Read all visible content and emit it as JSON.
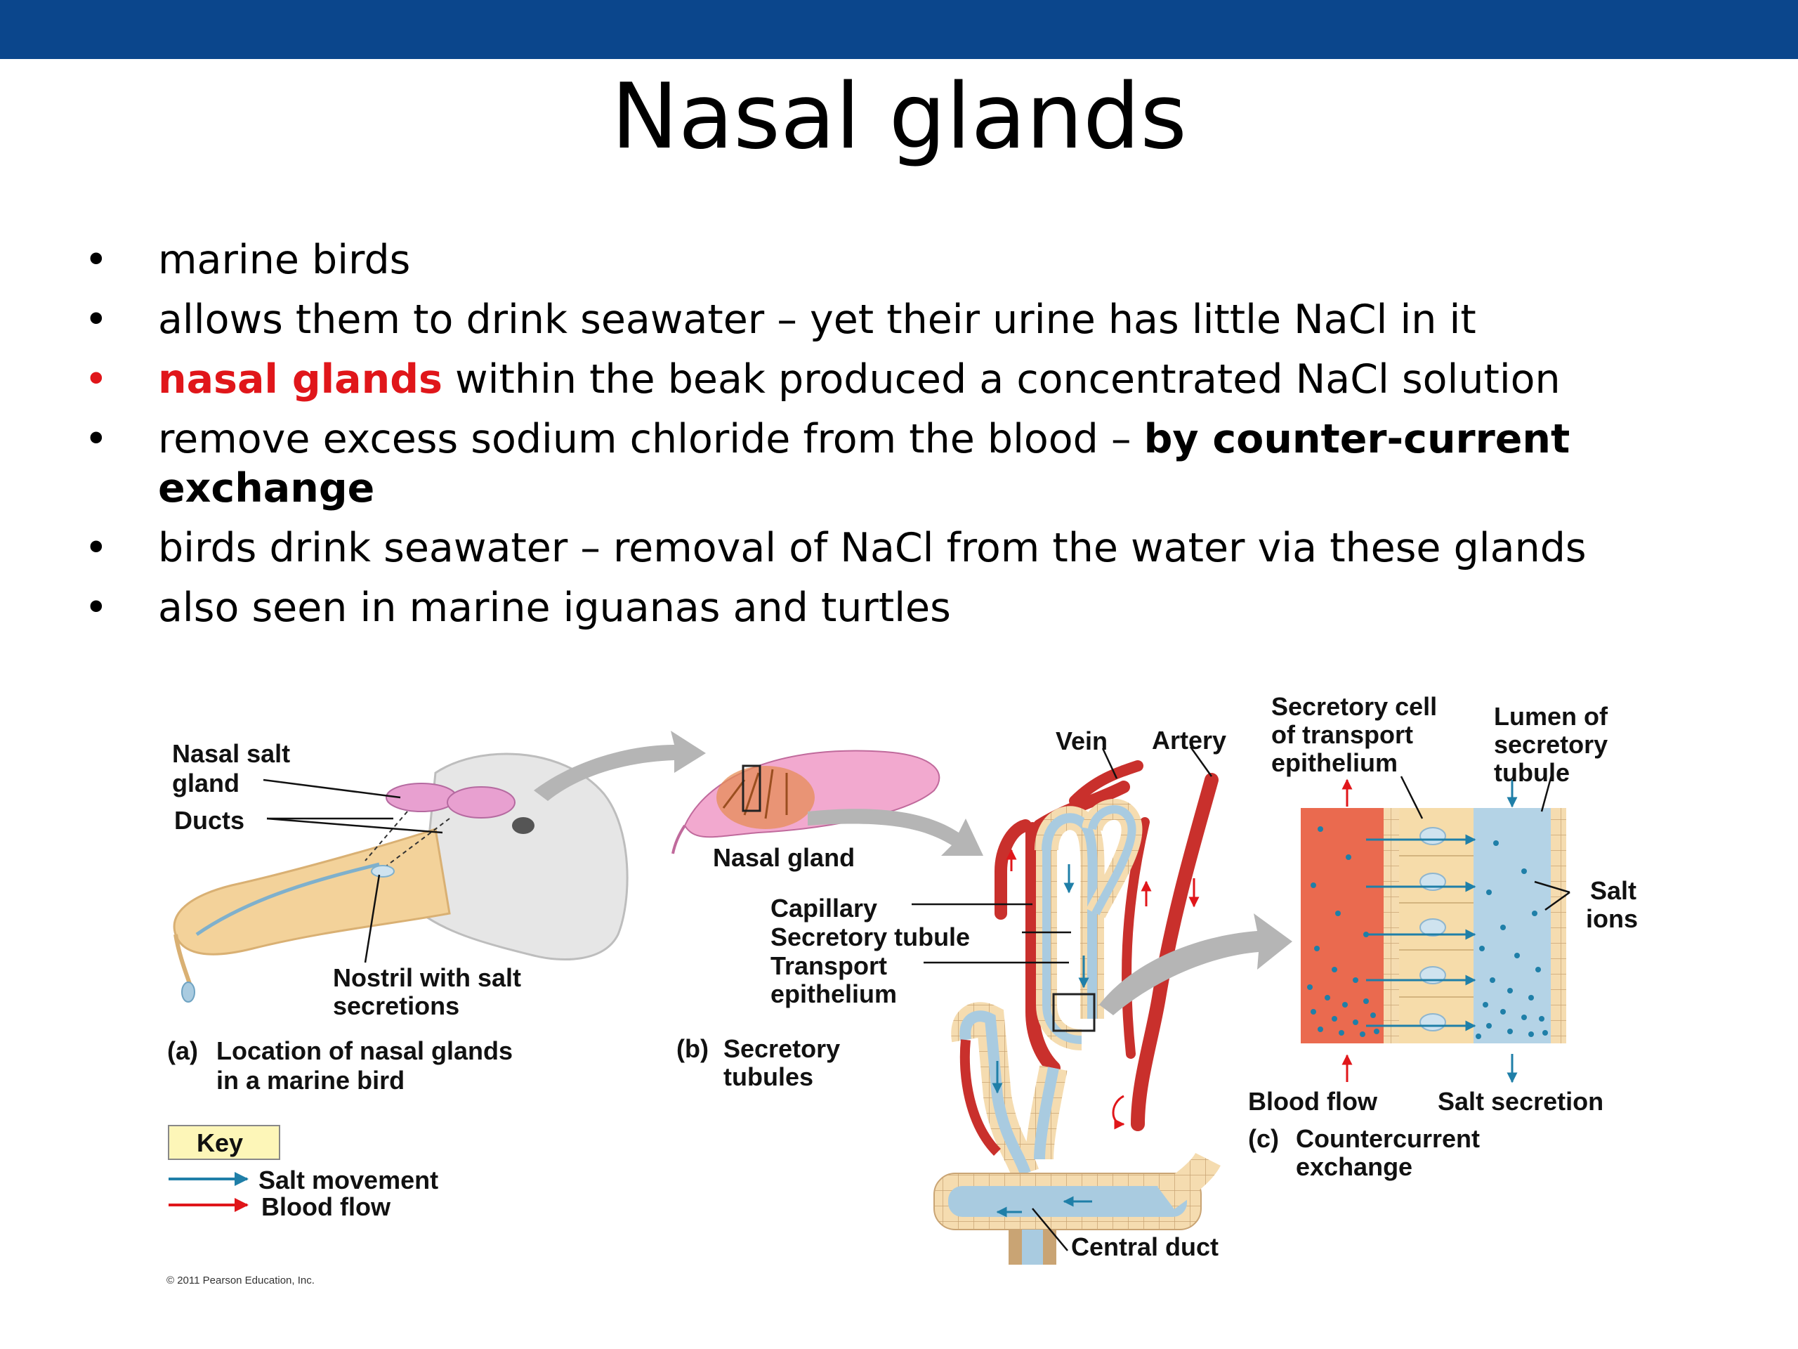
{
  "slide": {
    "title": "Nasal glands",
    "bullets": [
      {
        "dot": "•",
        "text": "marine birds"
      },
      {
        "dot": "•",
        "text": "allows them to drink seawater – yet their urine has little NaCl in it"
      },
      {
        "dot": "•",
        "highlight": "nasal glands",
        "text": " within the beak produced a concentrated NaCl solution",
        "color": "#e0161a"
      },
      {
        "dot": "•",
        "text": "remove excess sodium chloride from the blood – ",
        "bold": "by counter-current exchange"
      },
      {
        "dot": "•",
        "text": "birds drink seawater – removal of NaCl from the water via these glands"
      },
      {
        "dot": "•",
        "text": "also seen in marine iguanas and turtles"
      }
    ]
  },
  "figure": {
    "panel_a": {
      "nasal_salt_gland": [
        "Nasal salt",
        "gland"
      ],
      "ducts": "Ducts",
      "nostril": [
        "Nostril with salt",
        "secretions"
      ],
      "caption_letter": "(a)",
      "caption": [
        "Location of nasal glands",
        "in a marine bird"
      ]
    },
    "panel_b": {
      "nasal_gland": "Nasal gland",
      "vein": "Vein",
      "artery": "Artery",
      "capillary": "Capillary",
      "secretory_tubule": "Secretory tubule",
      "transport_epithelium": [
        "Transport",
        "epithelium"
      ],
      "central_duct": "Central duct",
      "caption_letter": "(b)",
      "caption": [
        "Secretory",
        "tubules"
      ]
    },
    "panel_c": {
      "secretory_cell": [
        "Secretory cell",
        "of transport",
        "epithelium"
      ],
      "lumen": [
        "Lumen of",
        "secretory",
        "tubule"
      ],
      "salt_ions": [
        "Salt",
        "ions"
      ],
      "blood_flow": "Blood flow",
      "salt_secretion": "Salt secretion",
      "caption_letter": "(c)",
      "caption": [
        "Countercurrent",
        "exchange"
      ]
    },
    "key": {
      "title": "Key",
      "salt_movement": "Salt movement",
      "blood_flow": "Blood flow"
    },
    "copyright": "© 2011 Pearson Education, Inc.",
    "colors": {
      "header_bar": "#0b468c",
      "salt_arrow": "#1f7fa8",
      "blood_arrow": "#e0161a",
      "vessel": "#c9302c",
      "lumen": "#a9cbe0",
      "gland_pink": "#e8a0d0"
    }
  }
}
